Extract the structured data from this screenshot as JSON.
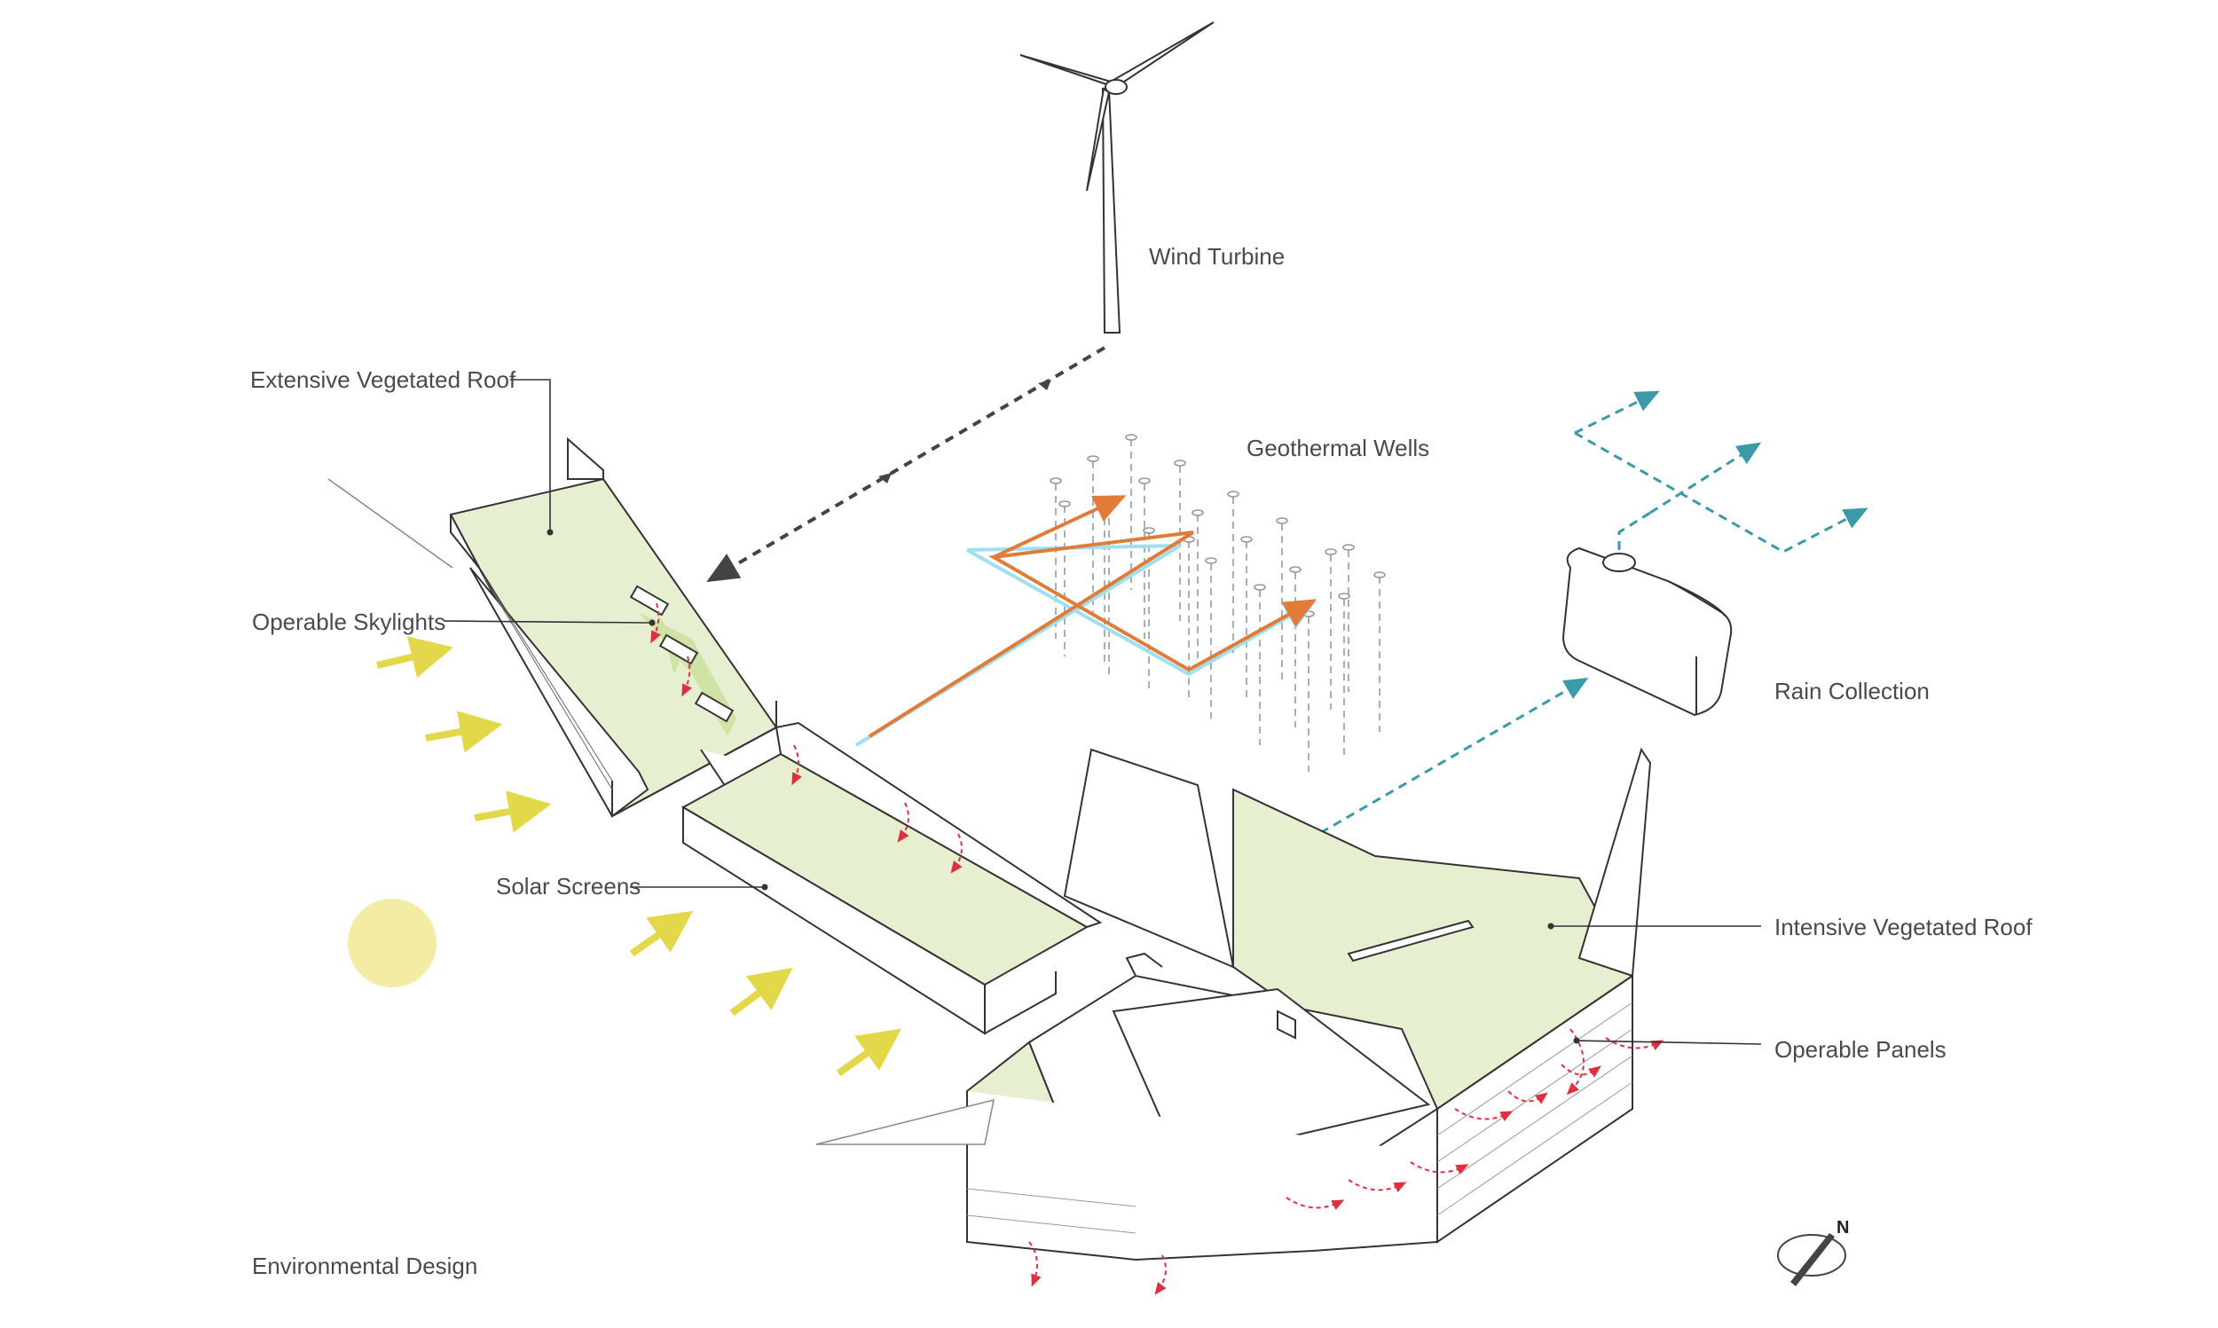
{
  "labels": {
    "wind_turbine": "Wind Turbine",
    "extensive_roof": "Extensive Vegetated  Roof",
    "geothermal_wells": "Geothermal Wells",
    "operable_skylights": "Operable Skylights",
    "rain_collection": "Rain Collection",
    "solar_screens": "Solar Screens",
    "intensive_roof": "Intensive Vegetated Roof",
    "operable_panels": "Operable Panels",
    "caption": "Environmental Design",
    "north_marker": "N"
  },
  "colors": {
    "roof_green": "#e6f0d0",
    "roof_green_dark": "#cfe3a6",
    "sun_yellow": "#f2eca4",
    "wind_arrow": "#e3d84a",
    "orange_pipe": "#e07b3a",
    "cyan_pipe": "#9edff0",
    "teal_dash": "#3a9aa8",
    "heat_red": "#e03040",
    "line": "#333333",
    "text": "#4a4a4a"
  },
  "icons": [
    "wind-turbine-icon",
    "sun-icon",
    "north-compass-icon",
    "rain-tank-icon"
  ]
}
